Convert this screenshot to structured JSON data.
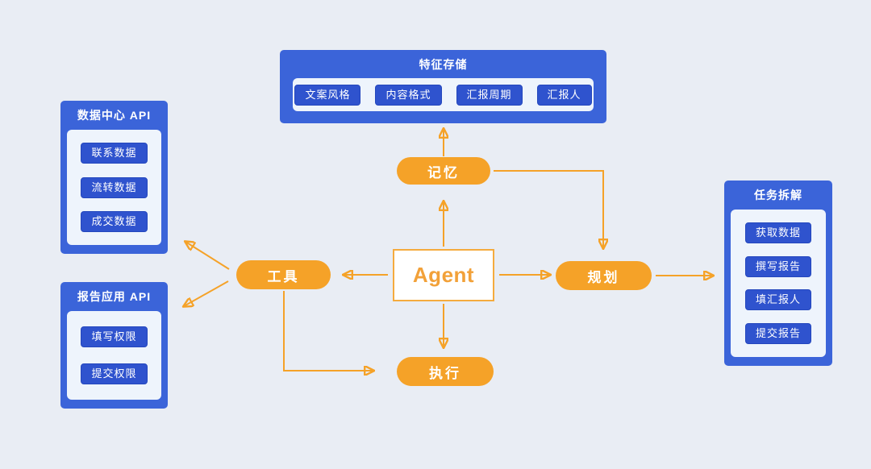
{
  "diagram": {
    "colors": {
      "background": "#e9edf4",
      "group_blue": "#3b64d9",
      "chip_blue": "#2f53ce",
      "panel_light": "#eef4fc",
      "accent_orange": "#f5a228",
      "text_white": "#ffffff"
    },
    "nodes": {
      "agent": {
        "label": "Agent"
      },
      "memory": {
        "label": "记忆"
      },
      "tools": {
        "label": "工具"
      },
      "planning": {
        "label": "规划"
      },
      "execution": {
        "label": "执行"
      }
    },
    "groups": {
      "feature_store": {
        "title": "特征存储",
        "items": [
          "文案风格",
          "内容格式",
          "汇报周期",
          "汇报人"
        ]
      },
      "data_center_api": {
        "title": "数据中心 API",
        "items": [
          "联系数据",
          "流转数据",
          "成交数据"
        ]
      },
      "report_app_api": {
        "title": "报告应用 API",
        "items": [
          "填写权限",
          "提交权限"
        ]
      },
      "task_breakdown": {
        "title": "任务拆解",
        "items": [
          "获取数据",
          "撰写报告",
          "填汇报人",
          "提交报告"
        ]
      }
    },
    "edges": [
      {
        "from": "memory",
        "to": "feature_store"
      },
      {
        "from": "agent",
        "to": "memory"
      },
      {
        "from": "memory",
        "to": "planning"
      },
      {
        "from": "agent",
        "to": "tools"
      },
      {
        "from": "agent",
        "to": "planning"
      },
      {
        "from": "agent",
        "to": "execution"
      },
      {
        "from": "tools",
        "to": "data_center_api"
      },
      {
        "from": "tools",
        "to": "report_app_api"
      },
      {
        "from": "tools",
        "to": "execution"
      },
      {
        "from": "planning",
        "to": "task_breakdown"
      }
    ]
  }
}
